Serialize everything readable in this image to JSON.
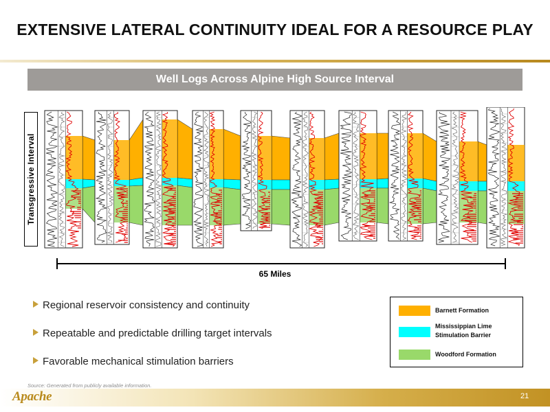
{
  "slide": {
    "title": "EXTENSIVE LATERAL CONTINUITY IDEAL FOR A RESOURCE PLAY",
    "banner": "Well Logs Across Alpine High Source Interval",
    "vertical_label": "Transgressive Interval",
    "scale_label": "65 Miles",
    "bullets": [
      "Regional reservoir consistency and continuity",
      "Repeatable and predictable drilling target intervals",
      "Favorable mechanical stimulation barriers"
    ],
    "legend": {
      "items": [
        {
          "label": "Barnett Formation",
          "color": "#ffb000"
        },
        {
          "label": "Mississippian Lime Stimulation Barrier",
          "color": "#00ffff"
        },
        {
          "label": "Woodford Formation",
          "color": "#99d96a"
        }
      ]
    },
    "source": "Source:  Generated from publicly available information.",
    "logo_text": "Apache",
    "page_number": "21"
  },
  "colors": {
    "barnett": "#ffb000",
    "mississippian": "#00ffff",
    "woodford": "#99d96a",
    "banner": "#9e9b98",
    "accent_gold": "#c8a03a"
  },
  "well_count": 10
}
